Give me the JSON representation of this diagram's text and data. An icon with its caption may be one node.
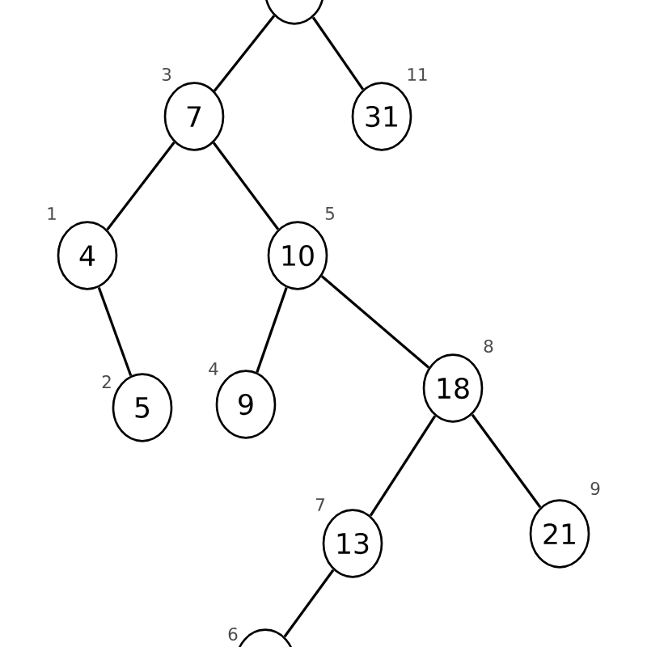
{
  "diagram": {
    "nodes": [
      {
        "text": [],
        "shape": "circle"
      },
      {
        "text": [
          "7"
        ],
        "beside": [
          "3"
        ]
      },
      {
        "text": [
          "31"
        ],
        "beside": [
          "11"
        ]
      },
      {
        "text": [
          "4"
        ],
        "beside": [
          "1"
        ]
      },
      {
        "text": [
          "10"
        ],
        "beside": [
          "5"
        ]
      },
      {
        "text": [
          "5"
        ],
        "beside": [
          "2"
        ]
      },
      {
        "text": [
          "9"
        ],
        "beside": [
          "4"
        ]
      },
      {
        "text": [
          "18"
        ],
        "beside": [
          "8"
        ]
      },
      {
        "text": [
          "13"
        ],
        "beside": [
          "7"
        ]
      },
      {
        "text": [
          "21"
        ],
        "beside": [
          "9"
        ]
      },
      {
        "text": [],
        "shape": "circle",
        "beside": [
          "6"
        ]
      }
    ],
    "edges": [
      {
        "from": 0,
        "to": 1,
        "arrow": "none"
      },
      {
        "from": 0,
        "to": 2,
        "arrow": "none"
      },
      {
        "from": 1,
        "to": 3,
        "arrow": "none"
      },
      {
        "from": 1,
        "to": 4,
        "arrow": "none"
      },
      {
        "from": 3,
        "to": 5,
        "arrow": "none"
      },
      {
        "from": 4,
        "to": 6,
        "arrow": "none"
      },
      {
        "from": 4,
        "to": 7,
        "arrow": "none"
      },
      {
        "from": 7,
        "to": 8,
        "arrow": "none"
      },
      {
        "from": 7,
        "to": 9,
        "arrow": "none"
      },
      {
        "from": 8,
        "to": 10,
        "arrow": "none"
      }
    ]
  }
}
